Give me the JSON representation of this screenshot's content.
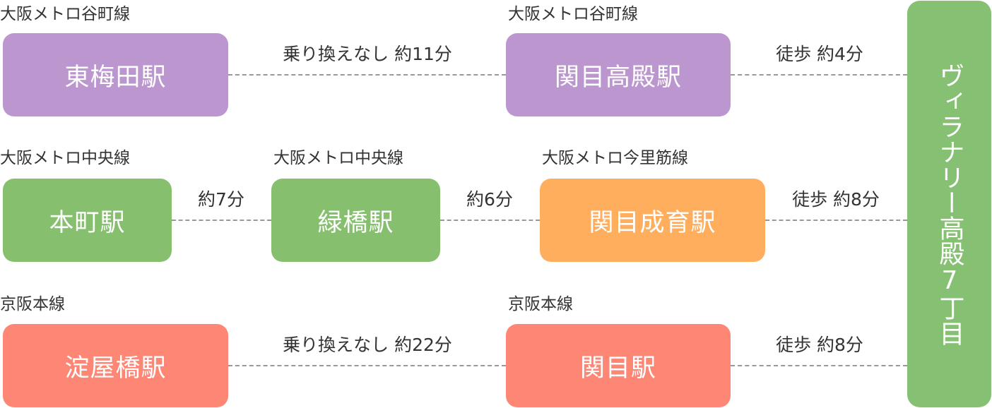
{
  "colors": {
    "tanimachi": "#bb96cf",
    "chuo": "#86c06f",
    "imazatosuji": "#ffae5e",
    "keihan": "#fd8674",
    "destination": "#86c073"
  },
  "destination": {
    "name": "ヴィラナリー高殿7丁目"
  },
  "rows": [
    {
      "from_line": "大阪メトロ谷町線",
      "from_station": "東梅田駅",
      "transfer": "乗り換えなし 約11分",
      "to_line": "大阪メトロ谷町線",
      "to_station": "関目高殿駅",
      "walk": "徒歩 約4分"
    },
    {
      "from_line": "大阪メトロ中央線",
      "from_station": "本町駅",
      "transfer1": "約7分",
      "mid_line": "大阪メトロ中央線",
      "mid_station": "緑橋駅",
      "transfer2": "約6分",
      "to_line": "大阪メトロ今里筋線",
      "to_station": "関目成育駅",
      "walk": "徒歩 約8分"
    },
    {
      "from_line": "京阪本線",
      "from_station": "淀屋橋駅",
      "transfer": "乗り換えなし 約22分",
      "to_line": "京阪本線",
      "to_station": "関目駅",
      "walk": "徒歩 約8分"
    }
  ]
}
